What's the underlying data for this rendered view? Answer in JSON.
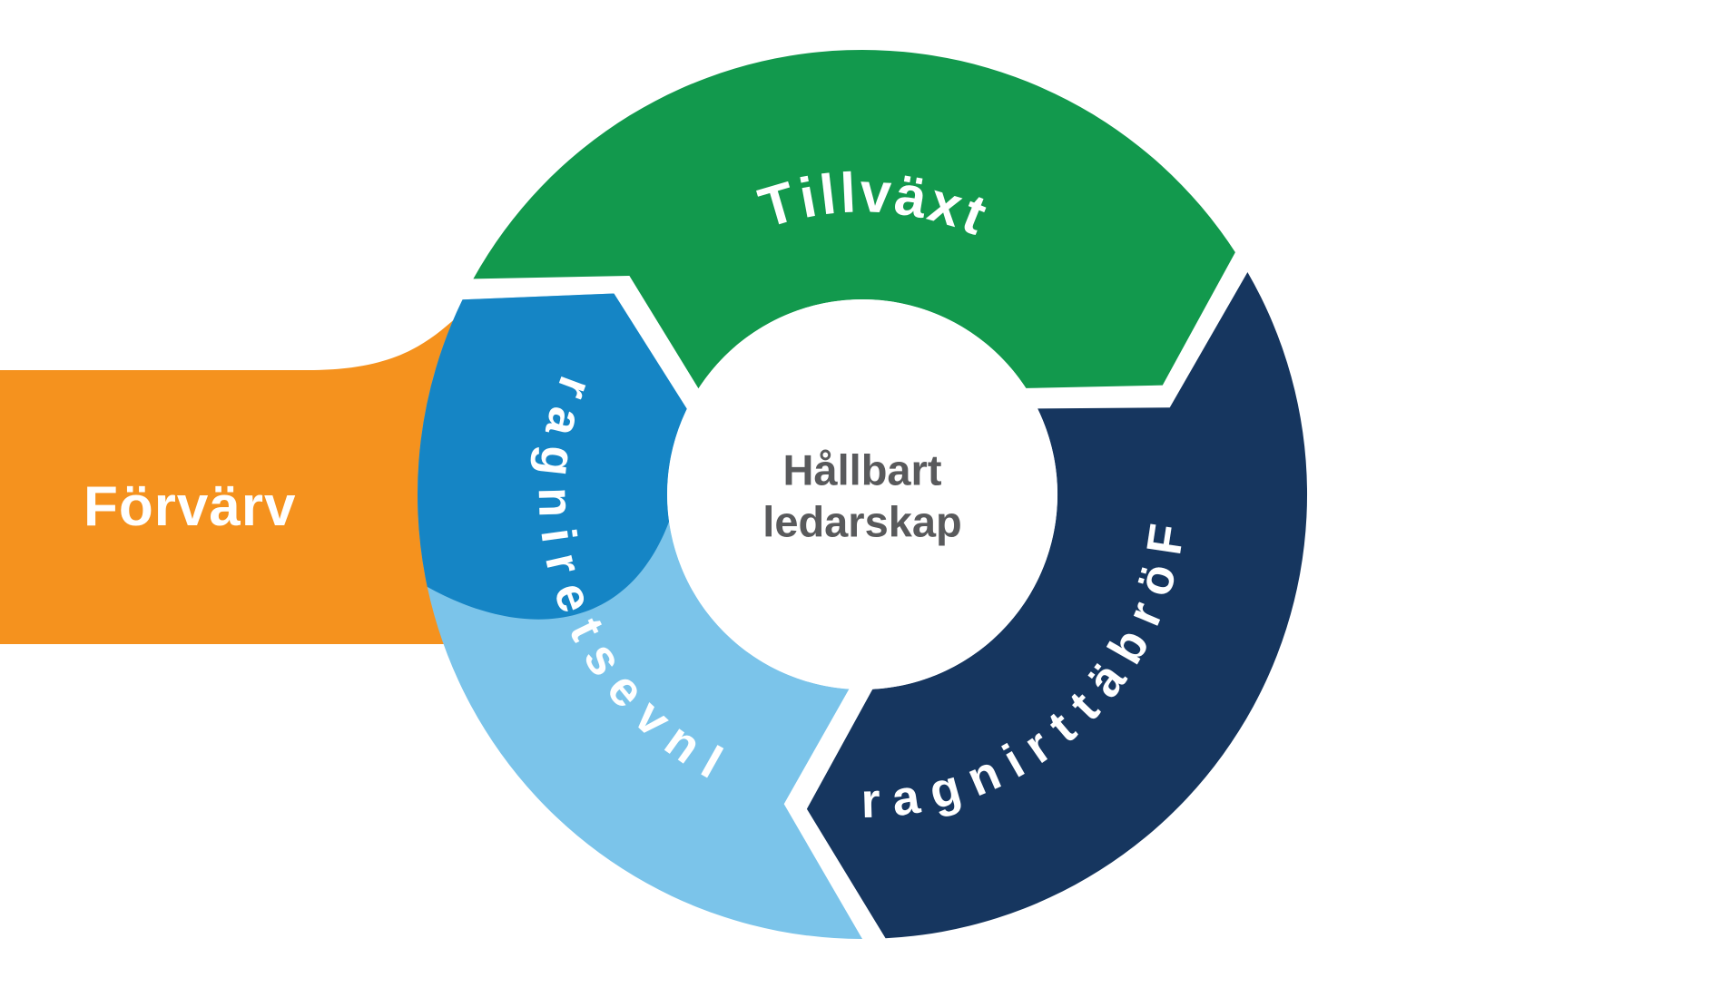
{
  "diagram": {
    "type": "cycle",
    "center_label": {
      "line1": "Hållbart",
      "line2": "ledarskap",
      "color": "#595A5C"
    },
    "banner": {
      "label": "Förvärv",
      "color": "#F5921E",
      "text_color": "#FFFFFF"
    },
    "segments": [
      {
        "id": "tillvaxt",
        "label": "Tillväxt",
        "color": "#12994D",
        "start": 296,
        "end": 57,
        "label_center": 2,
        "label_radius": 332,
        "font_size": 62,
        "letter_spacing": 0.06,
        "text_style": "out"
      },
      {
        "id": "forbattringar",
        "label": "Förbättringar",
        "color": "#16365F",
        "start": 57,
        "end": 177,
        "label_center": 138,
        "label_radius": 338,
        "font_size": 54,
        "letter_spacing": 0.22,
        "text_style": "in"
      },
      {
        "id": "investeringar",
        "label": "Investeringar",
        "color": "#7BC4EA",
        "overlay_color": "#1585C5",
        "start": 177,
        "end": 296,
        "label_center": 250,
        "label_radius": 338,
        "font_size": 54,
        "letter_spacing": 0.22,
        "text_style": "in"
      }
    ],
    "segment_label_color": "#FFFFFF"
  }
}
